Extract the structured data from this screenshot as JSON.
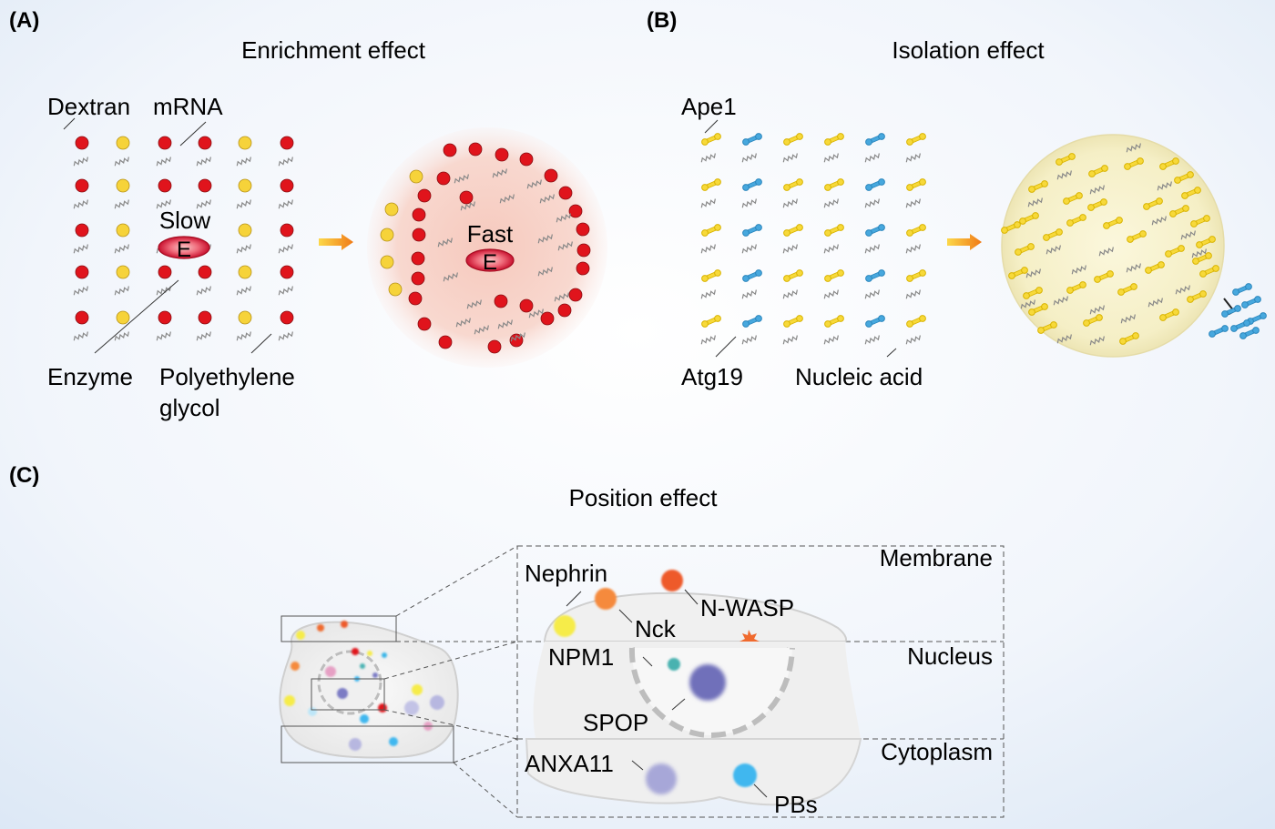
{
  "panels": {
    "a": {
      "label": "(A)",
      "title": "Enrichment effect",
      "labels": {
        "dextran": "Dextran",
        "mrna": "mRNA",
        "slow": "Slow",
        "enzyme_glyph": "E",
        "enzyme": "Enzyme",
        "peg_line1": "Polyethylene",
        "peg_line2": "glycol",
        "fast": "Fast",
        "fast_glyph": "E"
      }
    },
    "b": {
      "label": "(B)",
      "title": "Isolation effect",
      "labels": {
        "ape1": "Ape1",
        "atg19": "Atg19",
        "nucleic_acid": "Nucleic acid"
      }
    },
    "c": {
      "label": "(C)",
      "title": "Position effect",
      "regions": {
        "membrane": "Membrane",
        "nucleus": "Nucleus",
        "cytoplasm": "Cytoplasm"
      },
      "labels": {
        "nephrin": "Nephrin",
        "nck": "Nck",
        "nwasp": "N-WASP",
        "npm1": "NPM1",
        "spop": "SPOP",
        "anxa11": "ANXA11",
        "pbs": "PBs"
      }
    }
  },
  "colors": {
    "red": "#e0141c",
    "yellow": "#f6d33a",
    "blue": "#3a9fd6",
    "orange": "#f26a2c",
    "purple": "#7b7cc4",
    "cyan": "#3bb6e8",
    "teal": "#4cb3b3"
  }
}
